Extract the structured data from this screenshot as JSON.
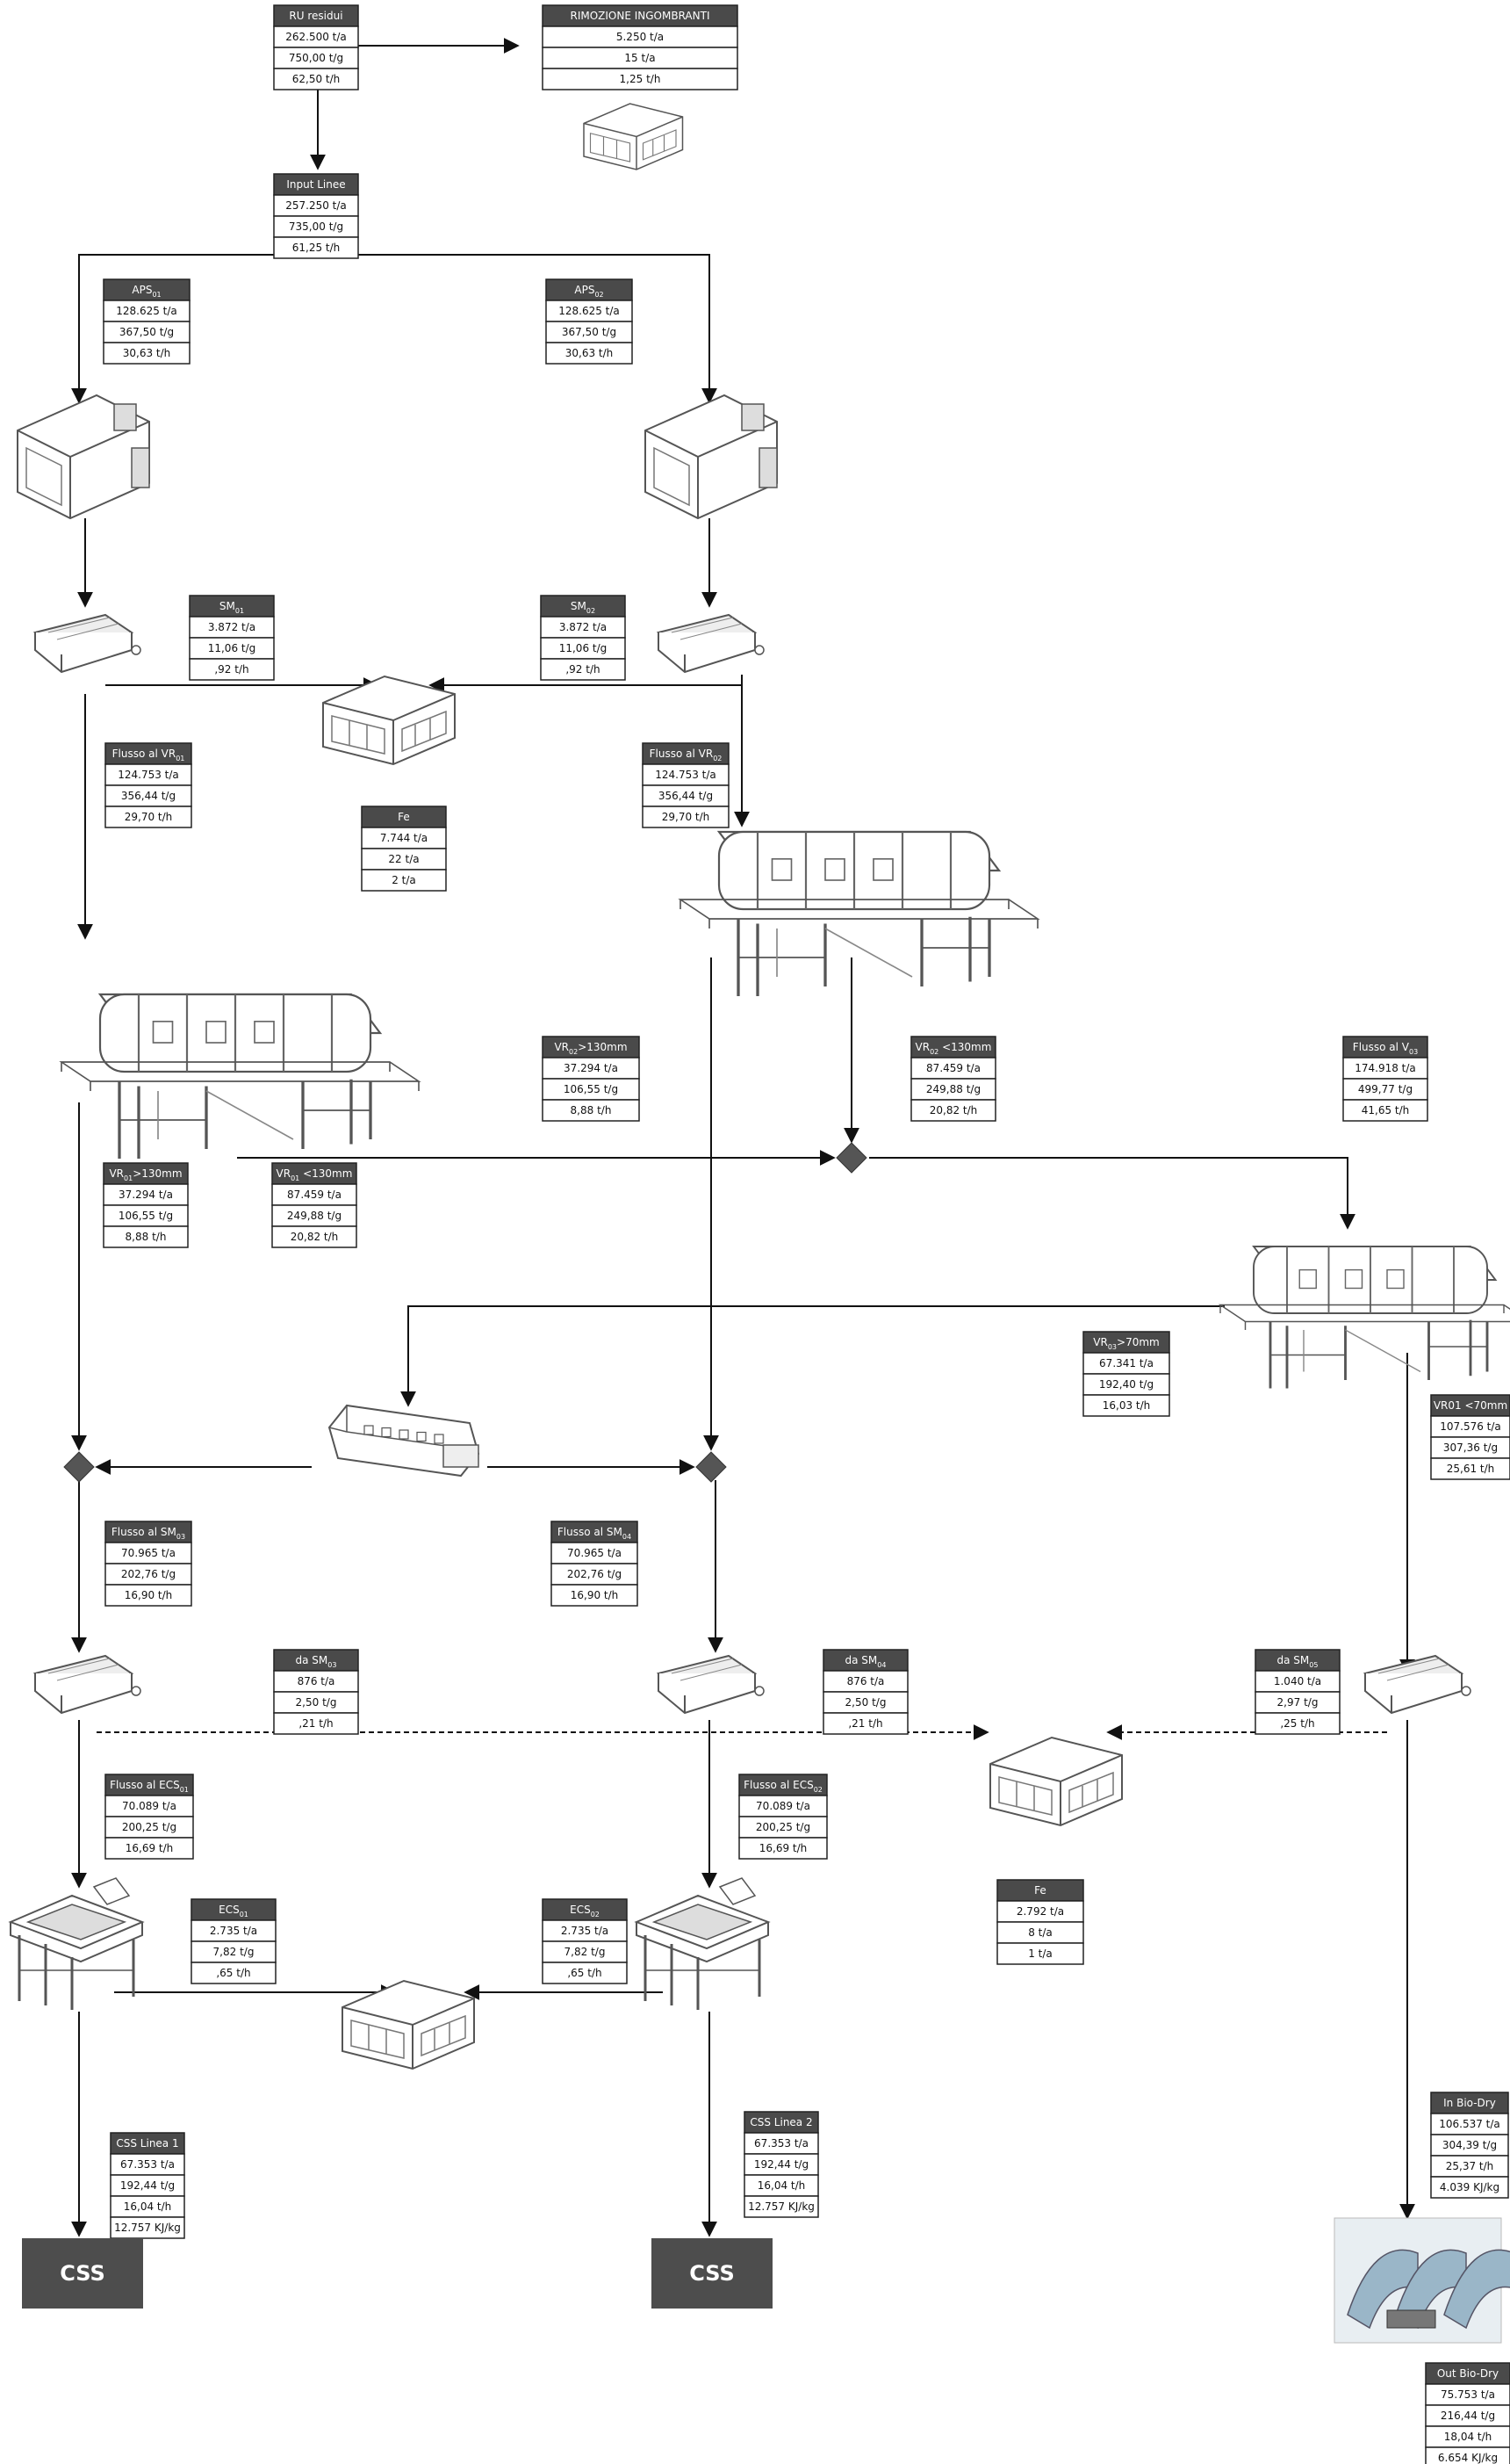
{
  "boxes": {
    "ru": {
      "title": "RU residui",
      "rows": [
        "262.500 t/a",
        "750,00 t/g",
        "62,50 t/h"
      ]
    },
    "rimozione": {
      "title": "RIMOZIONE INGOMBRANTI",
      "rows": [
        "5.250 t/a",
        "15 t/a",
        "1,25 t/h"
      ]
    },
    "input": {
      "title": "Input Linee",
      "rows": [
        "257.250 t/a",
        "735,00 t/g",
        "61,25 t/h"
      ]
    },
    "aps1": {
      "title": "APS",
      "sub": "01",
      "rows": [
        "128.625 t/a",
        "367,50 t/g",
        "30,63 t/h"
      ]
    },
    "aps2": {
      "title": "APS",
      "sub": "02",
      "rows": [
        "128.625 t/a",
        "367,50 t/g",
        "30,63 t/h"
      ]
    },
    "sm1": {
      "title": "SM",
      "sub": "01",
      "rows": [
        "3.872 t/a",
        "11,06 t/g",
        ",92 t/h"
      ]
    },
    "sm2": {
      "title": "SM",
      "sub": "02",
      "rows": [
        "3.872 t/a",
        "11,06 t/g",
        ",92 t/h"
      ]
    },
    "flussovr1": {
      "title": "Flusso al VR",
      "sub": "01",
      "rows": [
        "124.753 t/a",
        "356,44 t/g",
        "29,70 t/h"
      ]
    },
    "flussovr2": {
      "title": "Flusso al VR",
      "sub": "02",
      "rows": [
        "124.753 t/a",
        "356,44 t/g",
        "29,70 t/h"
      ]
    },
    "fe1": {
      "title": "Fe",
      "rows": [
        "7.744 t/a",
        "22 t/a",
        "2 t/a"
      ]
    },
    "vr02gt": {
      "title": "VR",
      "sub": "02",
      "suffix": ">130mm",
      "rows": [
        "37.294 t/a",
        "106,55 t/g",
        "8,88 t/h"
      ]
    },
    "vr02lt": {
      "title": "VR",
      "sub": "02",
      "suffix": " <130mm",
      "rows": [
        "87.459 t/a",
        "249,88 t/g",
        "20,82 t/h"
      ]
    },
    "flussov3": {
      "title": "Flusso al V",
      "sub": "03",
      "rows": [
        "174.918 t/a",
        "499,77 t/g",
        "41,65 t/h"
      ]
    },
    "vr01gt": {
      "title": "VR",
      "sub": "01",
      "suffix": ">130mm",
      "rows": [
        "37.294 t/a",
        "106,55 t/g",
        "8,88 t/h"
      ]
    },
    "vr01lt": {
      "title": "VR",
      "sub": "01",
      "suffix": " <130mm",
      "rows": [
        "87.459 t/a",
        "249,88 t/g",
        "20,82 t/h"
      ]
    },
    "vr03gt": {
      "title": "VR",
      "sub": "03",
      "suffix": ">70mm",
      "rows": [
        "67.341 t/a",
        "192,40 t/g",
        "16,03 t/h"
      ]
    },
    "vr01lt70": {
      "title": "VR01 <70mm",
      "rows": [
        "107.576 t/a",
        "307,36 t/g",
        "25,61 t/h"
      ]
    },
    "flussosm3": {
      "title": "Flusso al SM",
      "sub": "03",
      "rows": [
        "70.965 t/a",
        "202,76 t/g",
        "16,90 t/h"
      ]
    },
    "flussosm4": {
      "title": "Flusso al SM",
      "sub": "04",
      "rows": [
        "70.965 t/a",
        "202,76 t/g",
        "16,90 t/h"
      ]
    },
    "dasm3": {
      "title": "da SM",
      "sub": "03",
      "rows": [
        "876 t/a",
        "2,50 t/g",
        ",21 t/h"
      ]
    },
    "dasm4": {
      "title": "da SM",
      "sub": "04",
      "rows": [
        "876 t/a",
        "2,50 t/g",
        ",21 t/h"
      ]
    },
    "dasm5": {
      "title": "da SM",
      "sub": "05",
      "rows": [
        "1.040 t/a",
        "2,97 t/g",
        ",25 t/h"
      ]
    },
    "flussoecs1": {
      "title": "Flusso al ECS",
      "sub": "01",
      "rows": [
        "70.089 t/a",
        "200,25 t/g",
        "16,69 t/h"
      ]
    },
    "flussoecs2": {
      "title": "Flusso al ECS",
      "sub": "02",
      "rows": [
        "70.089 t/a",
        "200,25 t/g",
        "16,69 t/h"
      ]
    },
    "fe2": {
      "title": "Fe",
      "rows": [
        "2.792 t/a",
        "8 t/a",
        "1 t/a"
      ]
    },
    "ecs1": {
      "title": "ECS",
      "sub": "01",
      "rows": [
        "2.735 t/a",
        "7,82 t/g",
        ",65 t/h"
      ]
    },
    "ecs2": {
      "title": "ECS",
      "sub": "02",
      "rows": [
        "2.735 t/a",
        "7,82 t/g",
        ",65 t/h"
      ]
    },
    "css1": {
      "title": "CSS Linea 1",
      "rows": [
        "67.353 t/a",
        "192,44 t/g",
        "16,04 t/h",
        "12.757 KJ/kg"
      ]
    },
    "css2": {
      "title": "CSS Linea 2",
      "rows": [
        "67.353 t/a",
        "192,44 t/g",
        "16,04 t/h",
        "12.757 KJ/kg"
      ]
    },
    "inbio": {
      "title": "In Bio-Dry",
      "rows": [
        "106.537 t/a",
        "304,39 t/g",
        "25,37 t/h",
        "4.039 KJ/kg"
      ]
    },
    "outbio": {
      "title": "Out Bio-Dry",
      "rows": [
        "75.753 t/a",
        "216,44 t/g",
        "18,04 t/h",
        "6.654 KJ/kg"
      ]
    }
  },
  "css_blocks": {
    "left": "CSS",
    "right": "CSS"
  },
  "colors": {
    "header": "#4a4a4a",
    "line": "#111111",
    "css_block": "#4d4d4d",
    "machine": "#666666"
  },
  "icons": [
    "container-icon",
    "shredder-icon",
    "magnetic-separator-icon",
    "trommel-screen-icon",
    "eddy-current-separator-icon",
    "conveyor-icon",
    "biodry-greenhouse-icon"
  ]
}
